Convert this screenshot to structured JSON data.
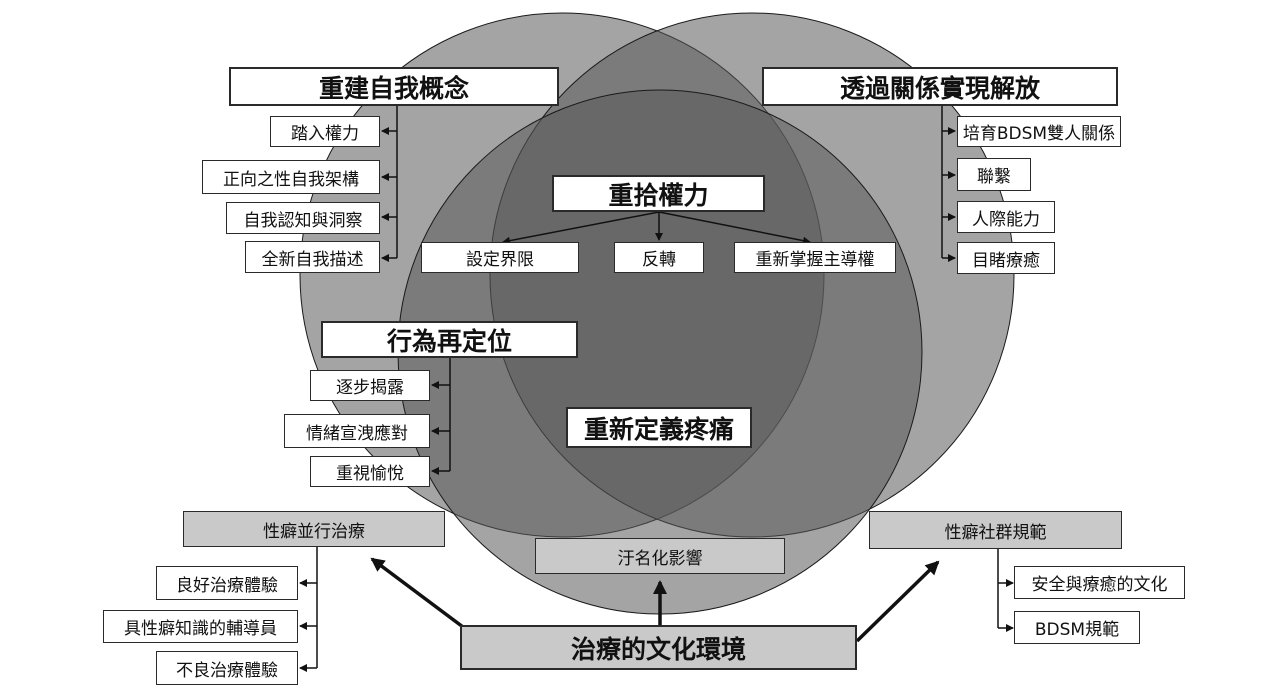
{
  "colors": {
    "circle_fill": "#5a5a5a",
    "circle_stroke": "#1a1a1a",
    "box_fill": "#ffffff",
    "grey_box_fill": "#c9c9c9",
    "line": "#111111"
  },
  "circles": {
    "left": "reconstruct-self-concept",
    "right": "liberation-through-relationships",
    "bottom": "redefine-pain"
  },
  "rebuild_self": {
    "title": "重建自我概念",
    "items": [
      "踏入權力",
      "正向之性自我架構",
      "自我認知與洞察",
      "全新自我描述"
    ]
  },
  "liberation": {
    "title": "透過關係實現解放",
    "items": [
      "培育BDSM雙人關係",
      "聯繫",
      "人際能力",
      "目睹療癒"
    ]
  },
  "regain_power": {
    "title": "重拾權力",
    "items": [
      "設定界限",
      "反轉",
      "重新掌握主導權"
    ]
  },
  "behavior": {
    "title": "行為再定位",
    "items": [
      "逐步揭露",
      "情緒宣洩應對",
      "重視愉悅"
    ]
  },
  "redefine_pain": {
    "title": "重新定義疼痛"
  },
  "parallel_therapy": {
    "title": "性癖並行治療",
    "items": [
      "良好治療體驗",
      "具性癖知識的輔導員",
      "不良治療體驗"
    ]
  },
  "stigma": {
    "title": "汙名化影響"
  },
  "community_norms": {
    "title": "性癖社群規範",
    "items": [
      "安全與療癒的文化",
      "BDSM規範"
    ]
  },
  "culture": {
    "title": "治療的文化環境"
  }
}
